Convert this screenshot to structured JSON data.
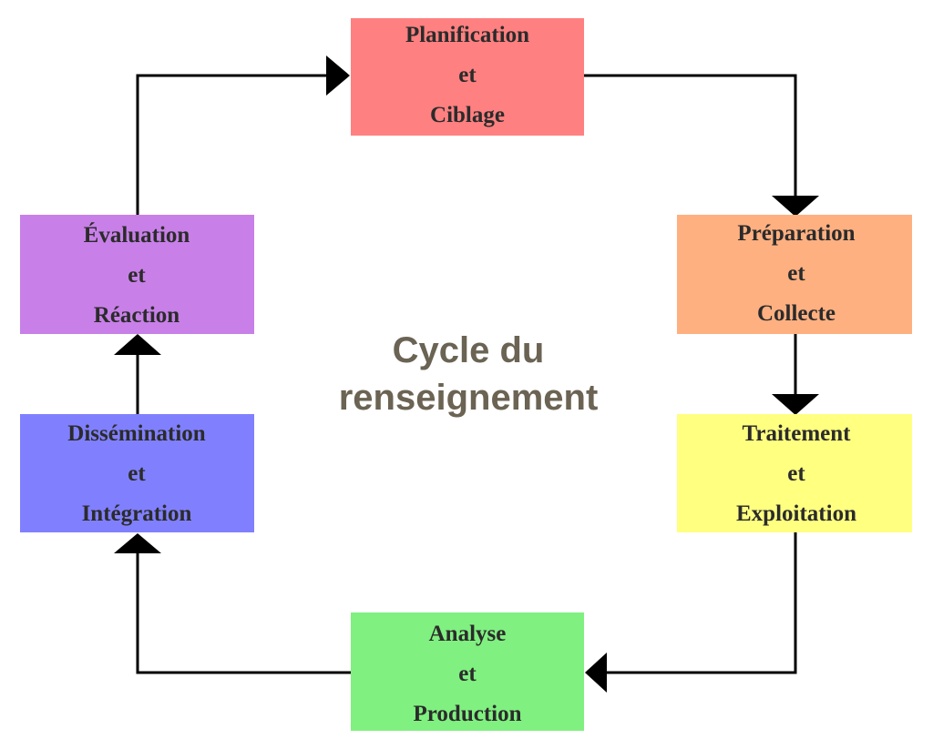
{
  "title_lines": [
    "Cycle du",
    "renseignement"
  ],
  "colors": {
    "planification": "#ff8080",
    "preparation": "#ffb080",
    "traitement": "#ffff80",
    "analyse": "#80f080",
    "dissemination": "#8080ff",
    "evaluation": "#c880e8",
    "title_text": "#6b6353",
    "box_text": "#2b2b2b"
  },
  "boxes": [
    {
      "id": "planification",
      "lines": [
        "Planification",
        "et",
        "Ciblage"
      ]
    },
    {
      "id": "preparation",
      "lines": [
        "Préparation",
        "et",
        "Collecte"
      ]
    },
    {
      "id": "traitement",
      "lines": [
        "Traitement",
        "et",
        "Exploitation"
      ]
    },
    {
      "id": "analyse",
      "lines": [
        "Analyse",
        "et",
        "Production"
      ]
    },
    {
      "id": "dissemination",
      "lines": [
        "Dissémination",
        "et",
        "Intégration"
      ]
    },
    {
      "id": "evaluation",
      "lines": [
        "Évaluation",
        "et",
        "Réaction"
      ]
    }
  ]
}
